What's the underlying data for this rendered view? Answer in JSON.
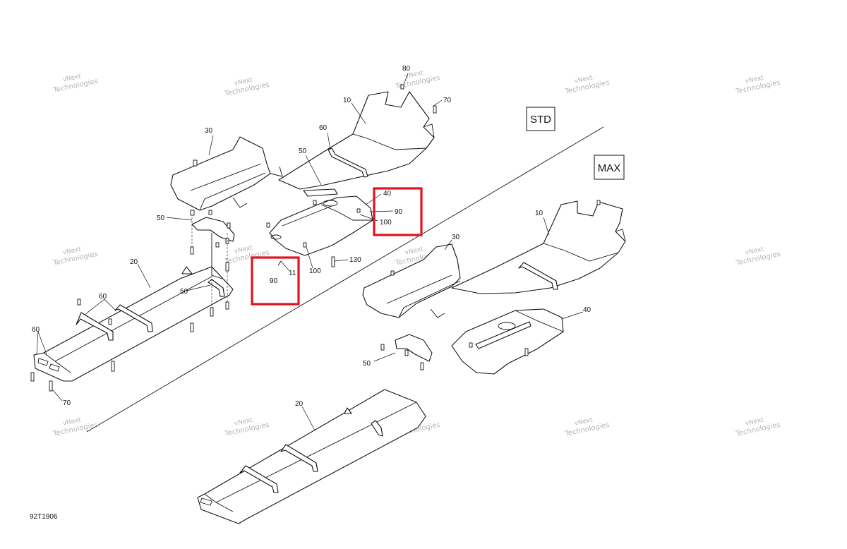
{
  "variants": {
    "std": "STD",
    "max": "MAX"
  },
  "watermark": {
    "line1": "vNext",
    "line2": "Technologies",
    "line3": "vNext Technologies"
  },
  "figure_ref": "92T1906",
  "colors": {
    "highlight": "#e0141e",
    "ink": "#111111",
    "watermark": "#9a9a9a"
  },
  "callouts": {
    "std": {
      "p10": "10",
      "p20": "20",
      "p30": "30",
      "p40": "40",
      "p50a": "50",
      "p50b": "50",
      "p50c": "50",
      "p60a": "60",
      "p60b": "60",
      "p60c": "60",
      "p70a": "70",
      "p70b": "70",
      "p80": "80",
      "p90a": "90",
      "p90b": "90",
      "p100a": "100",
      "p100b": "100",
      "p11": "11",
      "p130": "130"
    },
    "max": {
      "p10": "10",
      "p20": "20",
      "p30": "30",
      "p40": "40",
      "p50": "50"
    }
  }
}
